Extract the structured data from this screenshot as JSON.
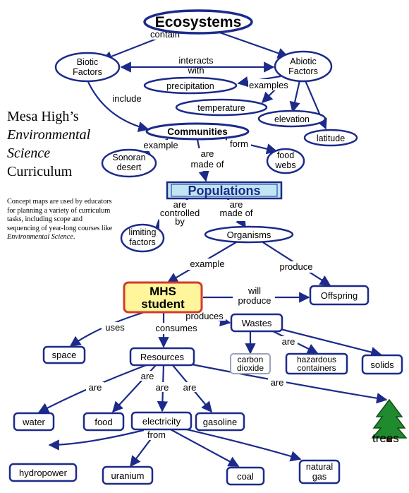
{
  "side_panel": {
    "title_line1": "Mesa High’s",
    "title_line2": "Environmental",
    "title_line3": "Science",
    "title_line4": "Curriculum",
    "desc_part1": "Concept maps are used by educators for planning a variety of curriculum tasks, including scope and sequencing of year-long courses like ",
    "desc_italic": "Environmental Science",
    "desc_end": "."
  },
  "nodes": {
    "ecosystems": "Ecosystems",
    "biotic": [
      "Biotic",
      "Factors"
    ],
    "abiotic": [
      "Abiotic",
      "Factors"
    ],
    "precipitation": "precipitation",
    "temperature": "temperature",
    "elevation": "elevation",
    "latitude": "latitude",
    "communities": "Communities",
    "sonoran": [
      "Sonoran",
      "desert"
    ],
    "food_webs": [
      "food",
      "webs"
    ],
    "populations": "Populations",
    "limiting": [
      "limiting",
      "factors"
    ],
    "organisms": "Organisms",
    "mhs_student": [
      "MHS",
      "student"
    ],
    "offspring": "Offspring",
    "wastes": "Wastes",
    "space": "space",
    "resources": "Resources",
    "carbon_dioxide": [
      "carbon",
      "dioxide"
    ],
    "hazardous": [
      "hazardous",
      "containers"
    ],
    "solids": "solids",
    "water": "water",
    "food": "food",
    "electricity": "electricity",
    "gasoline": "gasoline",
    "trees": "trees",
    "hydropower": "hydropower",
    "uranium": "uranium",
    "coal": "coal",
    "natural_gas": [
      "natural",
      "gas"
    ]
  },
  "links": {
    "contain": "contain",
    "interacts_with": [
      "interacts",
      "with"
    ],
    "include": "include",
    "examples": "examples",
    "example1": "example",
    "form": "form",
    "are_made_of1": [
      "are",
      "made of"
    ],
    "are_controlled_by": [
      "are",
      "controlled",
      "by"
    ],
    "are_made_of2": [
      "are",
      "made of"
    ],
    "example2": "example",
    "produce": "produce",
    "will_produce": [
      "will",
      "produce"
    ],
    "produces": "produces",
    "uses": "uses",
    "consumes": "consumes",
    "are_wastes": "are",
    "are_res1": "are",
    "are_res2": "are",
    "are_res3": "are",
    "are_res4": "are",
    "are_trees": "are",
    "from": "from"
  },
  "colors": {
    "line": "#1c2a8a",
    "student_fill": "#fff59a",
    "student_stroke": "#d43a2a",
    "populations_fill": "#bfe6f2",
    "tree_green": "#1f8a2e"
  }
}
